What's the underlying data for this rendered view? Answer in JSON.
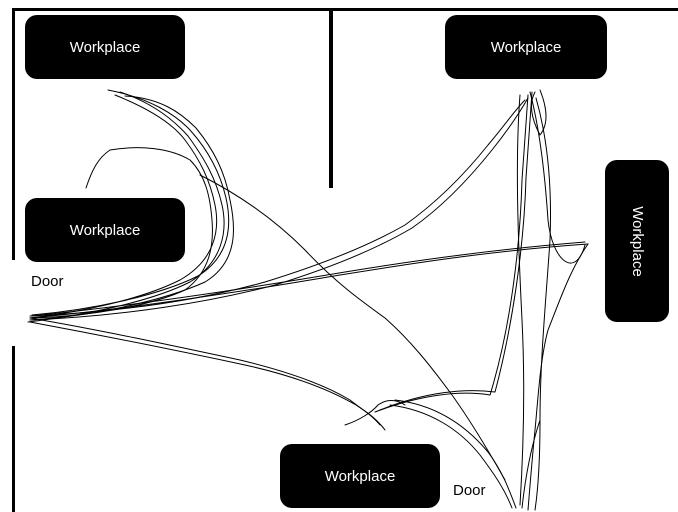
{
  "workplaces": [
    {
      "label": "Workplace"
    },
    {
      "label": "Workplace"
    },
    {
      "label": "Workplace"
    },
    {
      "label": "Workplace"
    },
    {
      "label": "Workplace"
    }
  ],
  "doors": [
    {
      "label": "Door"
    },
    {
      "label": "Door"
    }
  ],
  "colors": {
    "wall": "#000000",
    "workplace_fill": "#000000",
    "workplace_text": "#ffffff",
    "path_stroke": "#000000"
  }
}
